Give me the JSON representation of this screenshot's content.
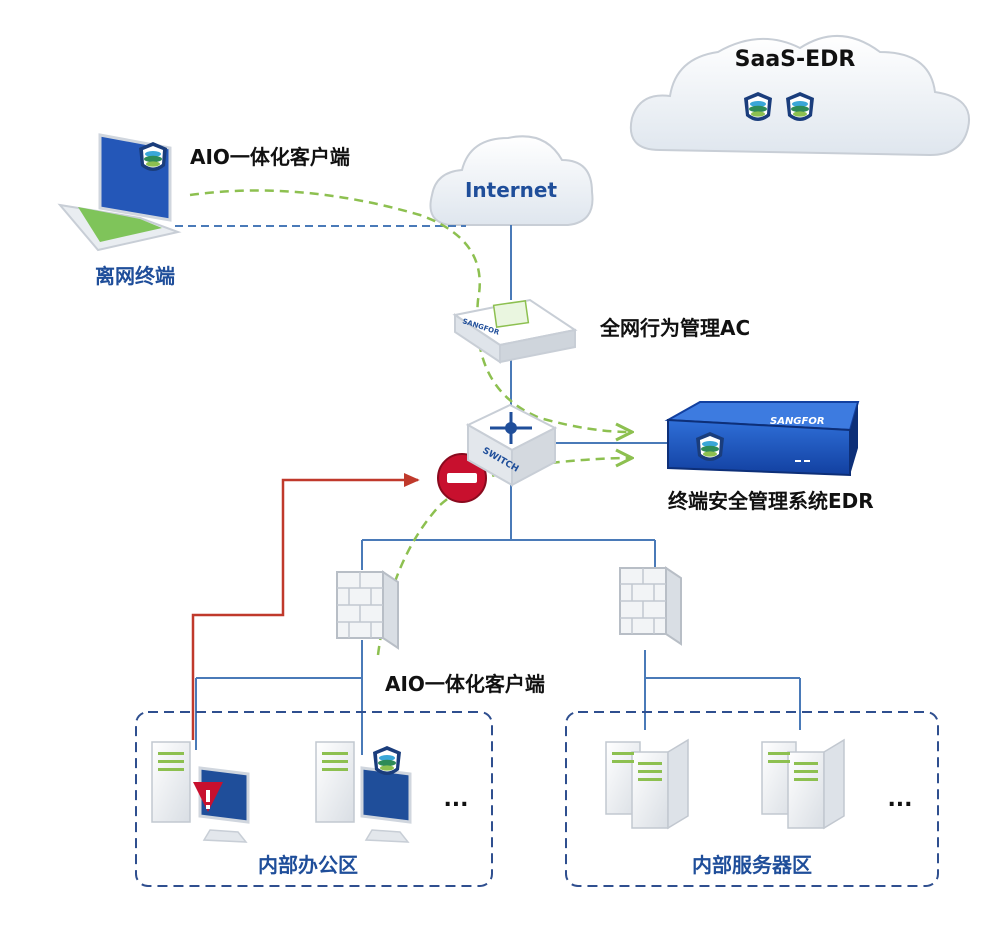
{
  "cloud_saas": {
    "label": "SaaS-EDR"
  },
  "cloud_internet": {
    "label": "Internet"
  },
  "offline_laptop": {
    "label": "离网终端",
    "client_label": "AIO一体化客户端"
  },
  "ac_device": {
    "label": "全网行为管理AC",
    "brand": "SANGFOR"
  },
  "switch_device": {
    "label": "SWITCH"
  },
  "edr_device": {
    "label": "终端安全管理系统EDR",
    "brand": "SANGFOR"
  },
  "office_zone": {
    "label": "内部办公区",
    "client_label": "AIO一体化客户端",
    "more": "..."
  },
  "server_zone": {
    "label": "内部服务器区",
    "more": "..."
  },
  "colors": {
    "link_blue": "#4a7ab8",
    "flow_green": "#8dc050",
    "attack_red": "#c0392b",
    "label_blue": "#1f4e9a",
    "zone_border": "#2f4f8f"
  }
}
